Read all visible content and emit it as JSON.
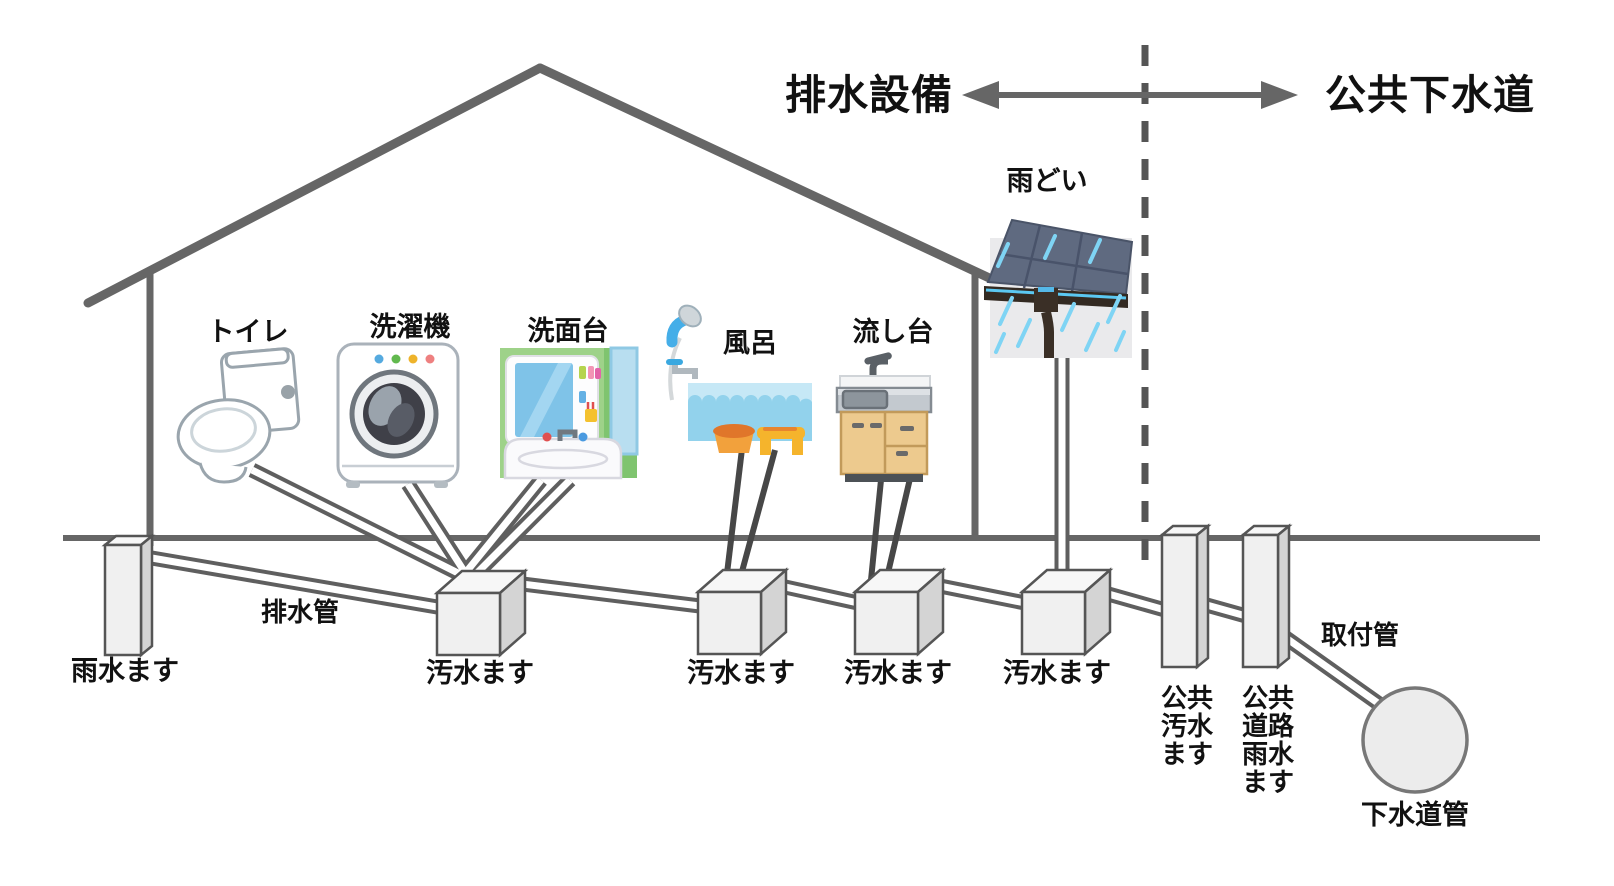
{
  "header": {
    "drainage_label": "排水設備",
    "public_sewer_label": "公共下水道"
  },
  "fixtures": {
    "toilet": "トイレ",
    "washing_machine": "洗濯機",
    "washstand": "洗面台",
    "bath": "風呂",
    "kitchen_sink": "流し台",
    "rain_gutter": "雨どい"
  },
  "underground": {
    "rainwater_basin": "雨水ます",
    "drain_pipe": "排水管",
    "sewage_basins": [
      "汚水ます",
      "汚水ます",
      "汚水ます",
      "汚水ます"
    ],
    "public_sewage_basin_lines": [
      "公共",
      "汚水",
      "ます"
    ],
    "public_road_rainwater_basin_lines": [
      "公共",
      "道路",
      "雨水",
      "ます"
    ],
    "connection_pipe": "取付管",
    "sewer_main": "下水道管"
  },
  "colors": {
    "structure_line": "#666666",
    "pipe": "#5f5f5f",
    "box_fill": "#f0f0f0",
    "text": "#111111",
    "rain_blue": "#7fd4f4",
    "roof_slate": "#5f6a80",
    "cabinet_wood": "#edca8e",
    "tub_blue": "#92d2ec"
  }
}
